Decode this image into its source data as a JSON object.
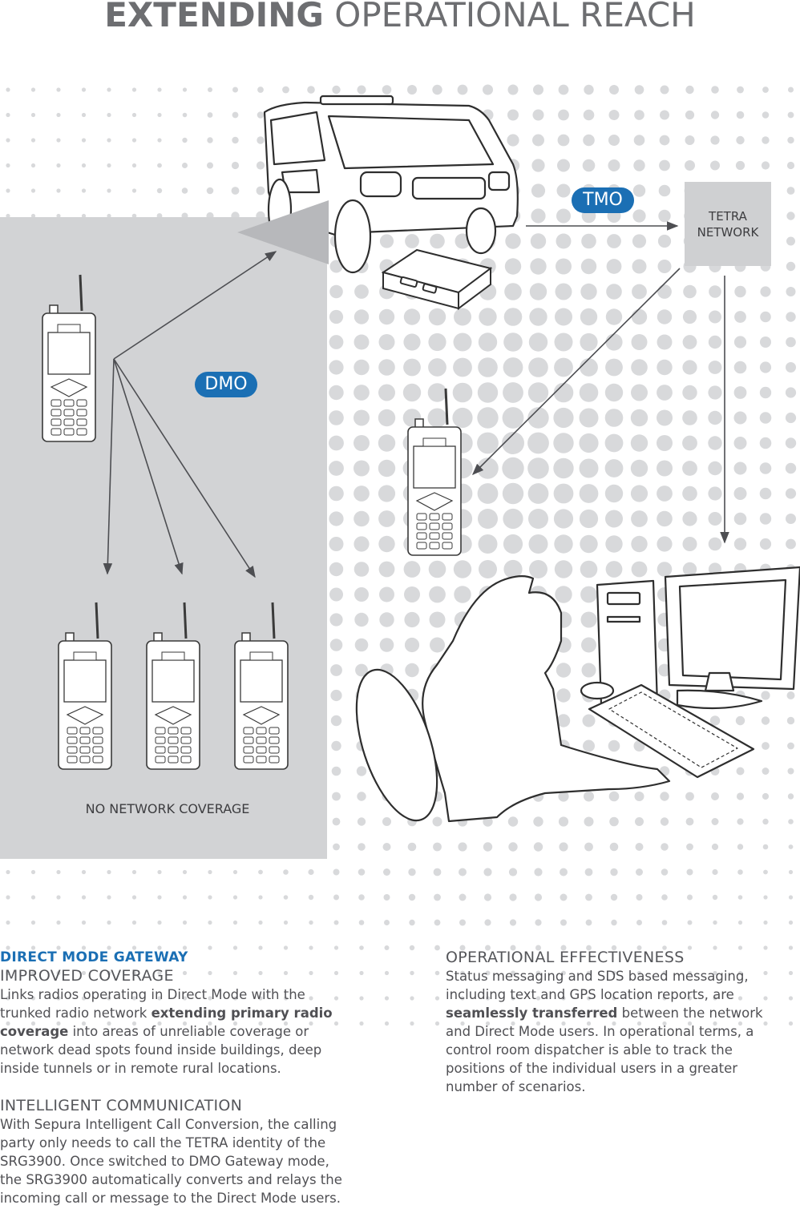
{
  "title": {
    "bold": "EXTENDING",
    "light": "OPERATIONAL REACH"
  },
  "diagram": {
    "tmo_label": "TMO",
    "dmo_label": "DMO",
    "tetra_network_label": "TETRA\nNETWORK",
    "no_coverage_label": "NO NETWORK COVERAGE",
    "colors": {
      "accent_blue": "#1b6fb4",
      "zone_grey": "#d2d3d5",
      "dots": "#d8d9db"
    }
  },
  "left_column": {
    "section_heading": "DIRECT MODE GATEWAY",
    "improved_coverage": {
      "heading": "IMPROVED COVERAGE",
      "text_1": "Links radios operating in Direct Mode with the trunked radio network ",
      "bold_1": "extending primary radio coverage",
      "text_2": " into areas of unreliable coverage or network dead spots found inside buildings, deep inside tunnels or in remote rural locations."
    },
    "intelligent_communication": {
      "heading": "INTELLIGENT COMMUNICATION",
      "text": "With Sepura Intelligent Call Conversion, the calling party only needs to call the TETRA identity of the SRG3900. Once switched to DMO Gateway mode, the SRG3900 automatically converts and relays the incoming call or message to the Direct Mode users."
    }
  },
  "right_column": {
    "operational_effectiveness": {
      "heading": "OPERATIONAL EFFECTIVENESS",
      "text_1": "Status messaging and SDS based messaging, including text and GPS location reports, are ",
      "bold_1": "seamlessly transferred",
      "text_2": " between the network and Direct Mode users. In operational terms, a control room dispatcher is able to track the positions of the individual users in a greater number of scenarios."
    }
  }
}
